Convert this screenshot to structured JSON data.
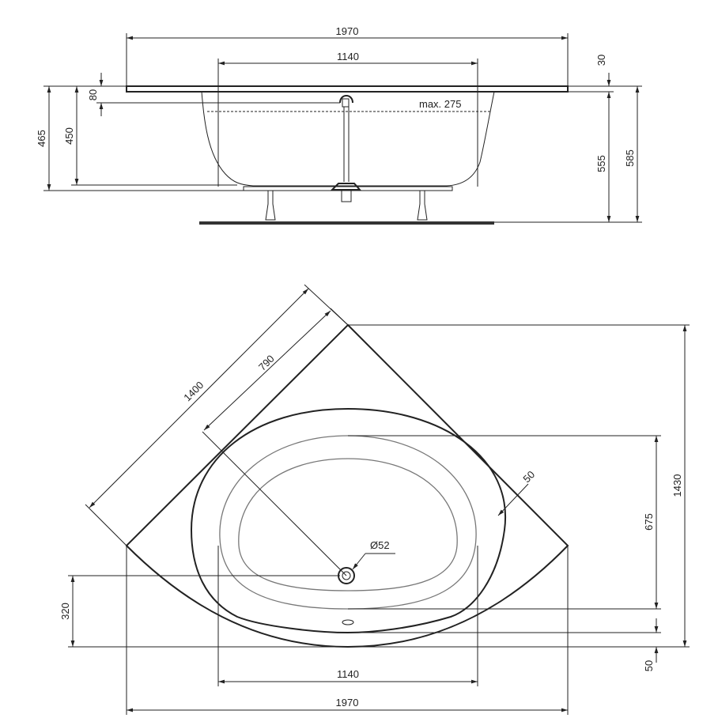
{
  "side_view": {
    "overall_width": "1970",
    "inner_width": "1140",
    "rim_thickness": "30",
    "rim_to_overflow": "80",
    "max_water": "max. 275",
    "height_465": "465",
    "height_450": "450",
    "height_555": "555",
    "height_585": "585"
  },
  "plan_view": {
    "side_length": "1400",
    "bowl_depth": "790",
    "rim_offset": "50",
    "overall_depth": "1430",
    "bowl_length": "675",
    "drain_diameter": "Ø52",
    "drain_offset": "320",
    "front_offset": "50",
    "inner_width": "1140",
    "overall_width": "1970"
  }
}
